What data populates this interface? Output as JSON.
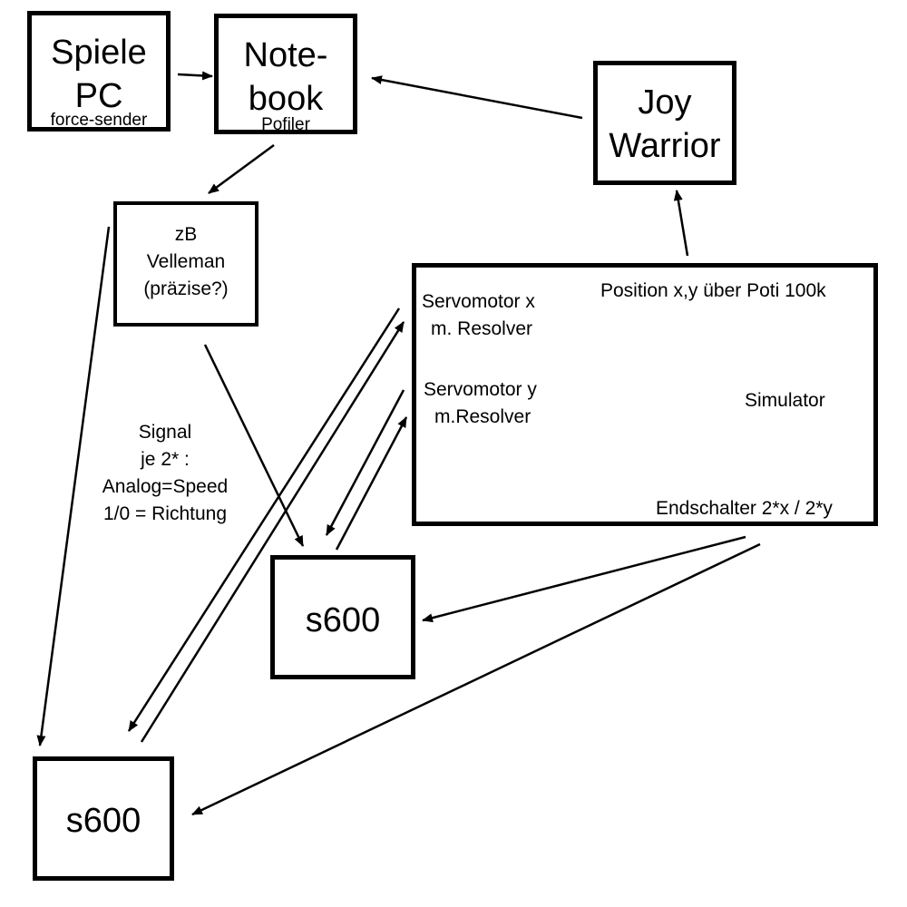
{
  "nodes": {
    "spiele_pc": {
      "line1": "Spiele",
      "line2": "PC",
      "sub": "force-sender"
    },
    "notebook": {
      "line1": "Note-",
      "line2": "book",
      "sub": "Pofiler"
    },
    "joywarrior": {
      "line1": "Joy",
      "line2": "Warrior"
    },
    "velleman": {
      "line1": "zB",
      "line2": "Velleman",
      "line3": "(präzise?)"
    },
    "simulator": {
      "servo_x_1": "Servomotor x",
      "servo_x_2": "m. Resolver",
      "servo_y_1": "Servomotor y",
      "servo_y_2": "m.Resolver",
      "position": "Position x,y über Poti 100k",
      "label": "Simulator",
      "endschalter": "Endschalter 2*x / 2*y"
    },
    "s600_middle": {
      "label": "s600"
    },
    "s600_bottom": {
      "label": "s600"
    }
  },
  "signal_note": {
    "line1": "Signal",
    "line2": "je 2* :",
    "line3": "Analog=Speed",
    "line4": "1/0 = Richtung"
  }
}
